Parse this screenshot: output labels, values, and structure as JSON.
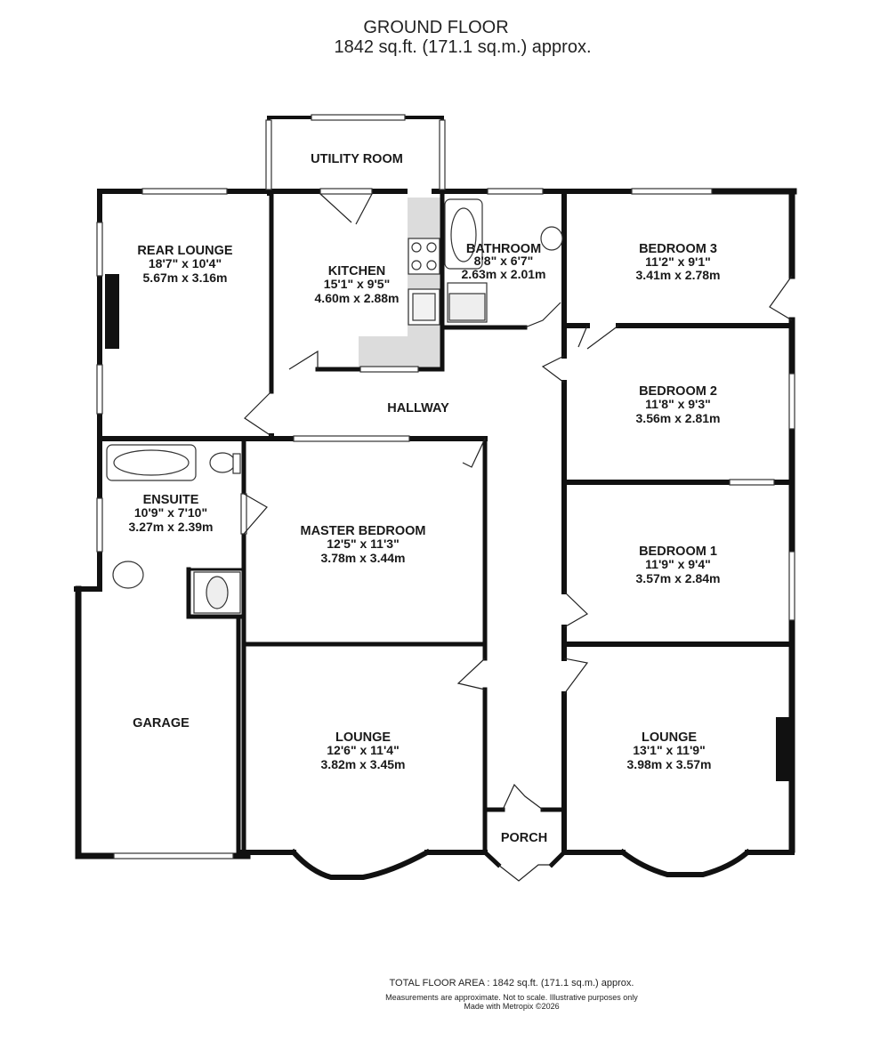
{
  "header": {
    "title": "GROUND FLOOR",
    "area": "1842 sq.ft. (171.1 sq.m.) approx."
  },
  "rooms": [
    {
      "name": "UTILITY ROOM",
      "imperial": "",
      "metric": ""
    },
    {
      "name": "REAR LOUNGE",
      "imperial": "18'7\" x 10'4\"",
      "metric": "5.67m x 3.16m"
    },
    {
      "name": "KITCHEN",
      "imperial": "15'1\" x 9'5\"",
      "metric": "4.60m x 2.88m"
    },
    {
      "name": "BATHROOM",
      "imperial": "8'8\" x 6'7\"",
      "metric": "2.63m x 2.01m"
    },
    {
      "name": "BEDROOM 3",
      "imperial": "11'2\" x 9'1\"",
      "metric": "3.41m x 2.78m"
    },
    {
      "name": "HALLWAY",
      "imperial": "",
      "metric": ""
    },
    {
      "name": "BEDROOM 2",
      "imperial": "11'8\" x 9'3\"",
      "metric": "3.56m x 2.81m"
    },
    {
      "name": "ENSUITE",
      "imperial": "10'9\" x 7'10\"",
      "metric": "3.27m x 2.39m"
    },
    {
      "name": "MASTER BEDROOM",
      "imperial": "12'5\" x 11'3\"",
      "metric": "3.78m x 3.44m"
    },
    {
      "name": "BEDROOM 1",
      "imperial": "11'9\" x 9'4\"",
      "metric": "3.57m x 2.84m"
    },
    {
      "name": "GARAGE",
      "imperial": "",
      "metric": ""
    },
    {
      "name": "LOUNGE",
      "imperial": "12'6\" x 11'4\"",
      "metric": "3.82m x 3.45m"
    },
    {
      "name": "LOUNGE",
      "imperial": "13'1\" x 11'9\"",
      "metric": "3.98m x 3.57m"
    },
    {
      "name": "PORCH",
      "imperial": "",
      "metric": ""
    }
  ],
  "footer": {
    "total": "TOTAL FLOOR AREA : 1842 sq.ft. (171.1 sq.m.) approx.",
    "disclaimer": "Measurements are approximate.  Not to scale.  Illustrative purposes only",
    "credit": "Made with Metropix ©2026"
  },
  "colors": {
    "wall": "#111111",
    "window": "#ffffff",
    "kitchen_counter": "#dcdcdc",
    "fixture": "#333333"
  }
}
